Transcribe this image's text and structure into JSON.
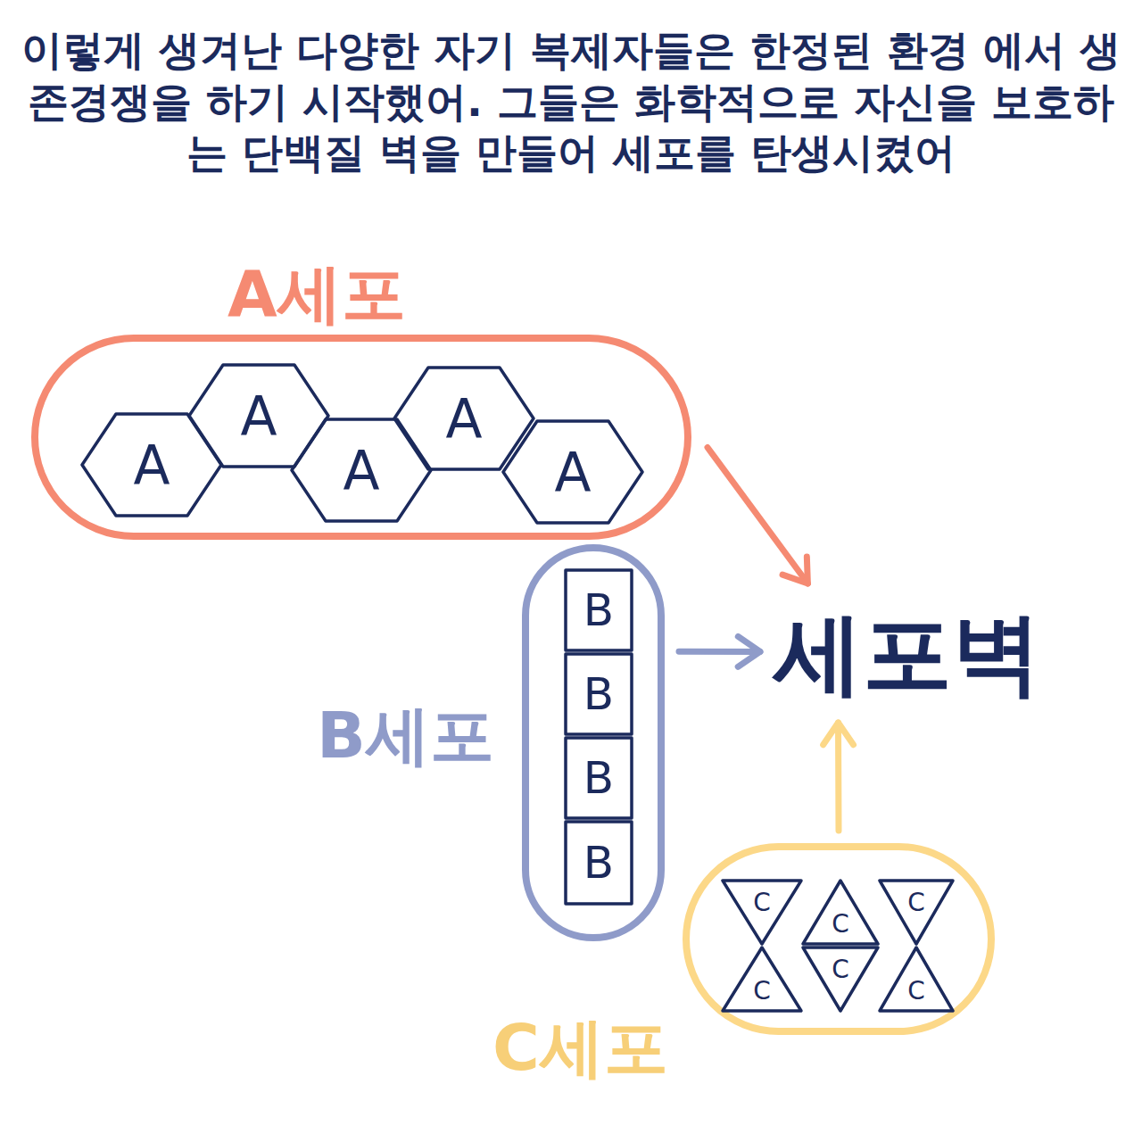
{
  "diagram": {
    "title": "이렇게 생겨난 다양한 자기 복제자들은 한정된 환경 에서 생존경쟁을 하기 시작했어. 그들은 화학적으로 자신을 보호하는 단백질 벽을 만들어 세포를 탄생시켰어",
    "nodes": [
      {
        "text": [
          "A세포"
        ]
      },
      {
        "text": [
          "A"
        ],
        "in": 0
      },
      {
        "text": [
          "A"
        ],
        "in": 0
      },
      {
        "text": [
          "A"
        ],
        "in": 0
      },
      {
        "text": [
          "A"
        ],
        "in": 0
      },
      {
        "text": [
          "A"
        ],
        "in": 0
      },
      {
        "text": [
          "세포벽"
        ]
      },
      {
        "text": [
          "B세포"
        ]
      },
      {
        "text": [
          "B"
        ],
        "in": 7
      },
      {
        "text": [
          "B"
        ],
        "in": 7
      },
      {
        "text": [
          "B"
        ],
        "in": 7
      },
      {
        "text": [
          "B"
        ],
        "in": 7
      },
      {
        "text": [
          "C세포"
        ]
      },
      {
        "text": [
          "C"
        ],
        "in": 12
      },
      {
        "text": [
          "C"
        ],
        "in": 12
      },
      {
        "text": [
          "C"
        ],
        "in": 12
      },
      {
        "text": [
          "C"
        ],
        "in": 12
      },
      {
        "text": [
          "C"
        ],
        "in": 12
      },
      {
        "text": [
          "C"
        ],
        "in": 12
      }
    ],
    "edges": [
      {
        "from": 0,
        "to": 6,
        "arrow": "to"
      },
      {
        "from": 7,
        "to": 6,
        "arrow": "to"
      },
      {
        "from": 12,
        "to": 6,
        "arrow": "to"
      }
    ]
  }
}
